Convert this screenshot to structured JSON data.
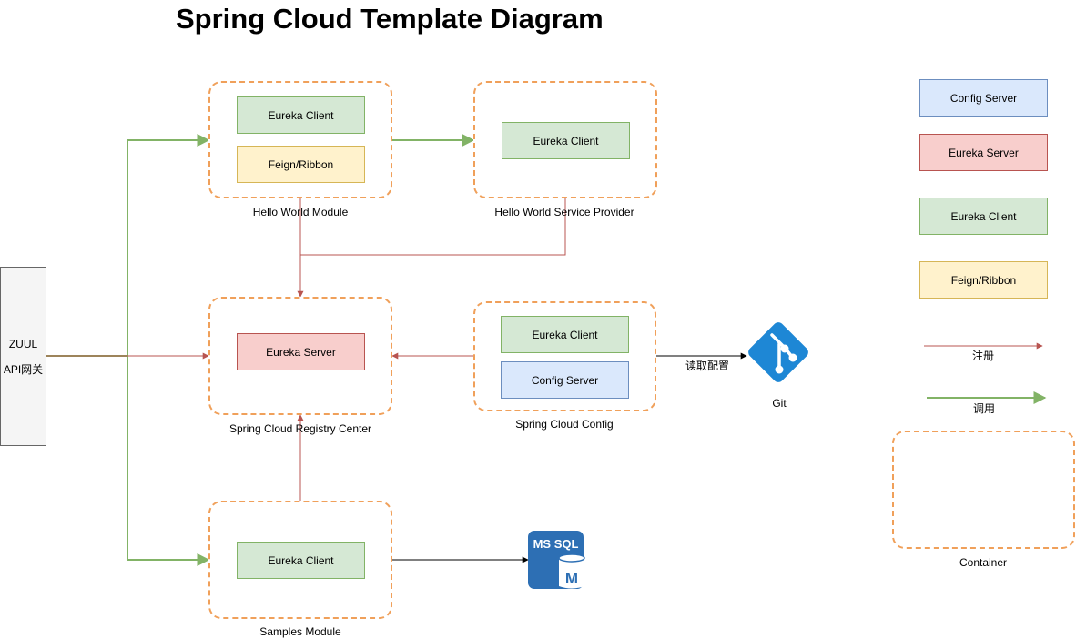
{
  "title": "Spring Cloud Template Diagram",
  "containers": {
    "hello_world_module": "Hello World Module",
    "hello_world_provider": "Hello World Service Provider",
    "registry_center": "Spring Cloud Registry Center",
    "config": "Spring Cloud Config",
    "samples_module": "Samples Module"
  },
  "nodes": {
    "hwm_eureka_client": "Eureka Client",
    "hwm_feign_ribbon": "Feign/Ribbon",
    "hwp_eureka_client": "Eureka Client",
    "reg_eureka_server": "Eureka Server",
    "cfg_eureka_client": "Eureka Client",
    "cfg_config_server": "Config Server",
    "samples_eureka_client": "Eureka Client"
  },
  "zuul": {
    "line1": "ZUUL",
    "line2": "API网关"
  },
  "git_label": "Git",
  "read_config_label": "读取配置",
  "mssql_label": "MS SQL",
  "mssql_badge": "M",
  "legend": {
    "config_server": "Config Server",
    "eureka_server": "Eureka Server",
    "eureka_client": "Eureka Client",
    "feign_ribbon": "Feign/Ribbon",
    "register": "注册",
    "invoke": "调用",
    "container": "Container"
  },
  "colors": {
    "container_border": "#f0a05a",
    "register_line": "#b85450",
    "invoke_line": "#82b366",
    "git": "#1e87d5",
    "mssql": "#2d6fb4"
  }
}
